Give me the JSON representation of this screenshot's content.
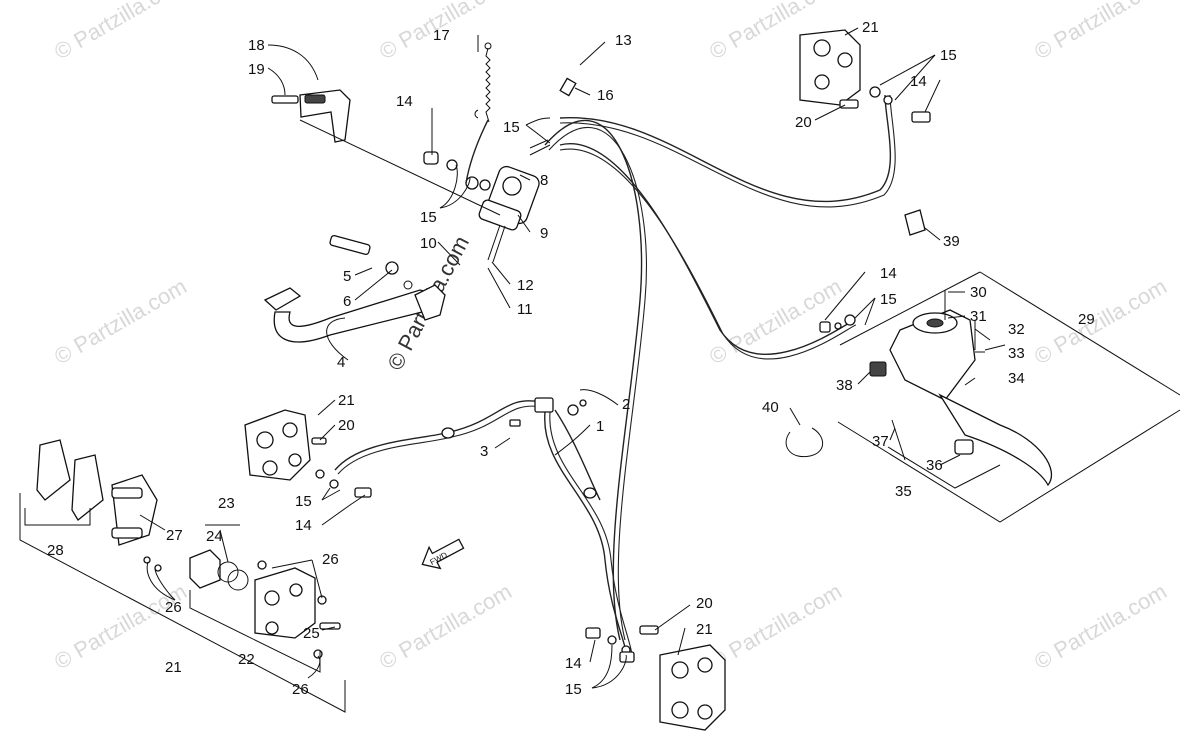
{
  "watermark": {
    "text": "© Partzilla.com",
    "center_text": "© Partzilla.com"
  },
  "callouts": [
    {
      "id": "c1",
      "label": "1"
    },
    {
      "id": "c2",
      "label": "2"
    },
    {
      "id": "c3",
      "label": "3"
    },
    {
      "id": "c4",
      "label": "4"
    },
    {
      "id": "c5",
      "label": "5"
    },
    {
      "id": "c6",
      "label": "6"
    },
    {
      "id": "c8",
      "label": "8"
    },
    {
      "id": "c9",
      "label": "9"
    },
    {
      "id": "c10",
      "label": "10"
    },
    {
      "id": "c11",
      "label": "11"
    },
    {
      "id": "c12",
      "label": "12"
    },
    {
      "id": "c13",
      "label": "13"
    },
    {
      "id": "c14a",
      "label": "14"
    },
    {
      "id": "c14b",
      "label": "14"
    },
    {
      "id": "c14c",
      "label": "14"
    },
    {
      "id": "c14d",
      "label": "14"
    },
    {
      "id": "c14e",
      "label": "14"
    },
    {
      "id": "c15a",
      "label": "15"
    },
    {
      "id": "c15b",
      "label": "15"
    },
    {
      "id": "c15c",
      "label": "15"
    },
    {
      "id": "c15d",
      "label": "15"
    },
    {
      "id": "c15e",
      "label": "15"
    },
    {
      "id": "c15f",
      "label": "15"
    },
    {
      "id": "c16",
      "label": "16"
    },
    {
      "id": "c17",
      "label": "17"
    },
    {
      "id": "c18",
      "label": "18"
    },
    {
      "id": "c19",
      "label": "19"
    },
    {
      "id": "c20a",
      "label": "20"
    },
    {
      "id": "c20b",
      "label": "20"
    },
    {
      "id": "c20c",
      "label": "20"
    },
    {
      "id": "c21a",
      "label": "21"
    },
    {
      "id": "c21b",
      "label": "21"
    },
    {
      "id": "c21c",
      "label": "21"
    },
    {
      "id": "c21d",
      "label": "21"
    },
    {
      "id": "c22",
      "label": "22"
    },
    {
      "id": "c23",
      "label": "23"
    },
    {
      "id": "c24",
      "label": "24"
    },
    {
      "id": "c25",
      "label": "25"
    },
    {
      "id": "c26a",
      "label": "26"
    },
    {
      "id": "c26b",
      "label": "26"
    },
    {
      "id": "c26c",
      "label": "26"
    },
    {
      "id": "c27",
      "label": "27"
    },
    {
      "id": "c28",
      "label": "28"
    },
    {
      "id": "c29",
      "label": "29"
    },
    {
      "id": "c30",
      "label": "30"
    },
    {
      "id": "c31",
      "label": "31"
    },
    {
      "id": "c32",
      "label": "32"
    },
    {
      "id": "c33",
      "label": "33"
    },
    {
      "id": "c34",
      "label": "34"
    },
    {
      "id": "c35",
      "label": "35"
    },
    {
      "id": "c36",
      "label": "36"
    },
    {
      "id": "c37",
      "label": "37"
    },
    {
      "id": "c38",
      "label": "38"
    },
    {
      "id": "c39",
      "label": "39"
    },
    {
      "id": "c40",
      "label": "40"
    }
  ],
  "fwd_arrow": {
    "label": "FWD"
  }
}
